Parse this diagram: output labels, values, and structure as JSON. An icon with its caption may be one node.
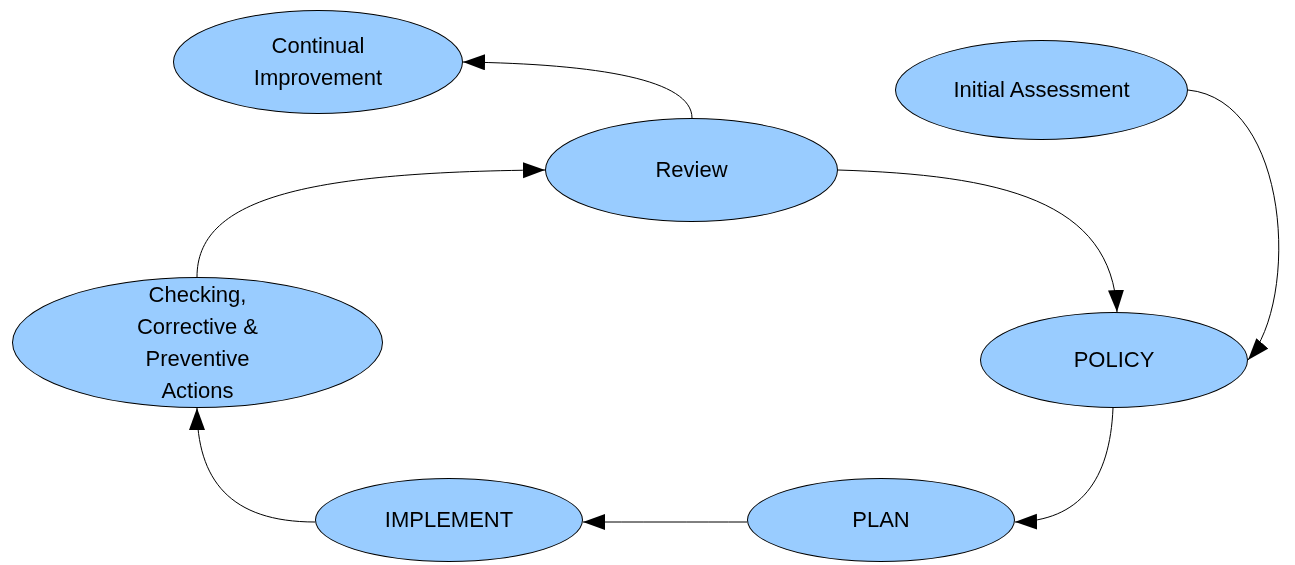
{
  "diagram": {
    "nodes": [
      {
        "text": [
          "Continual Improvement"
        ]
      },
      {
        "text": [
          "Initial Assessment"
        ]
      },
      {
        "text": [
          "Review"
        ]
      },
      {
        "text": [
          "Checking, Corrective & Preventive Actions"
        ]
      },
      {
        "text": [
          "POLICY"
        ]
      },
      {
        "text": [
          "IMPLEMENT"
        ]
      },
      {
        "text": [
          "PLAN"
        ]
      }
    ],
    "edges": [
      {
        "from": 2,
        "to": 0,
        "arrow": "to"
      },
      {
        "from": 2,
        "to": 4,
        "arrow": "to"
      },
      {
        "from": 1,
        "to": 4,
        "arrow": "to"
      },
      {
        "from": 4,
        "to": 6,
        "arrow": "to"
      },
      {
        "from": 6,
        "to": 5,
        "arrow": "to"
      },
      {
        "from": 5,
        "to": 3,
        "arrow": "to"
      },
      {
        "from": 3,
        "to": 2,
        "arrow": "to"
      }
    ]
  }
}
